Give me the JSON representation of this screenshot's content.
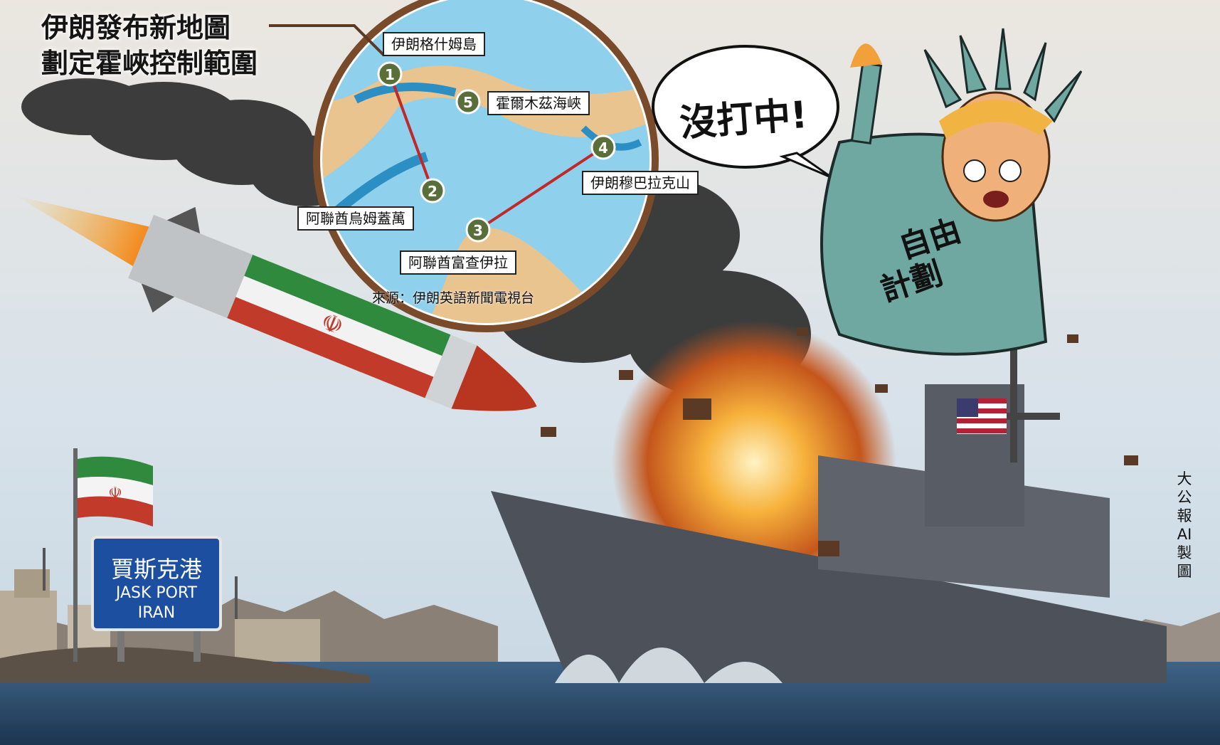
{
  "headline": {
    "line1": "伊朗發布新地圖",
    "line2": "劃定霍峽控制範圍"
  },
  "map": {
    "points": [
      {
        "num": "1",
        "label": "伊朗格什姆島"
      },
      {
        "num": "2",
        "label": "阿聯酋烏姆蓋萬"
      },
      {
        "num": "3",
        "label": "阿聯酋富查伊拉"
      },
      {
        "num": "4",
        "label": "伊朗穆巴拉克山"
      },
      {
        "num": "5",
        "label": "霍爾木茲海峽"
      }
    ],
    "source": "來源：伊朗英語新聞電視台"
  },
  "speech_bubble": "沒打中!",
  "robe_text": {
    "line1": "自由",
    "line2": "計劃"
  },
  "port_sign": {
    "chinese": "賈斯克港",
    "english_line1": "JASK PORT",
    "english_line2": "IRAN"
  },
  "credit": "大公報AI製圖",
  "colors": {
    "sky": "#dfe7ee",
    "sea": "#2a4a6a",
    "smoke": "#2c2c2c",
    "fire": "#f29a2e",
    "map_sea": "#5bb0d8",
    "map_land": "#e9c48f",
    "marker": "#5a6e3a",
    "route": "#c0282a",
    "sign": "#1d4fa0"
  }
}
